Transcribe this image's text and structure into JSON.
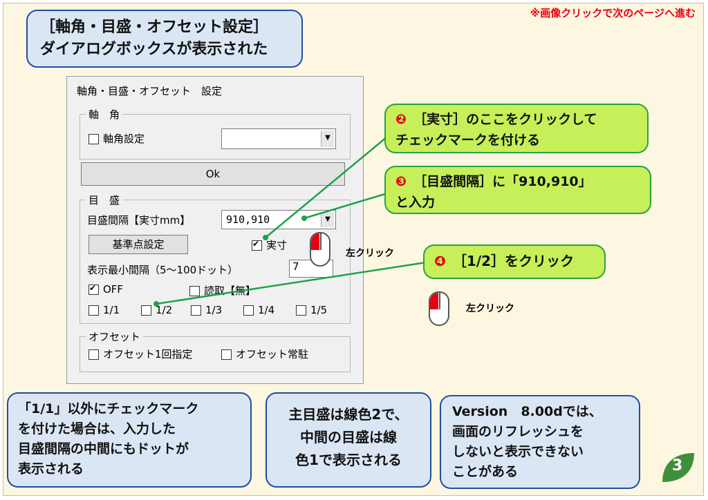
{
  "note": "※画像クリックで次のページへ進む",
  "title_callout": [
    "［軸角・目盛・オフセット設定］",
    "ダイアログボックスが表示された"
  ],
  "step2": {
    "num": "❷",
    "text1": "［実寸］のここをクリックして",
    "text2": "チェックマークを付ける"
  },
  "step3": {
    "num": "❸",
    "text1": "［目盛間隔］に「910,910」",
    "text2": "と入力"
  },
  "step4": {
    "num": "❹",
    "text": "［1/2］をクリック"
  },
  "mouse_label": "左クリック",
  "dialog": {
    "title": "軸角・目盛・オフセット　設定",
    "axis_group": "軸　角",
    "axis_setting": "軸角設定",
    "ok": "Ok",
    "scale_group": "目　盛",
    "scale_interval_label": "目盛間隔【実寸mm】",
    "scale_interval_value": "910,910",
    "base_point_button": "基準点設定",
    "actual_size": "実寸",
    "min_interval_label": "表示最小間隔（5〜100ドット）",
    "min_interval_value": "7",
    "off": "OFF",
    "read_none": "読取【無】",
    "fractions": [
      "1/1",
      "1/2",
      "1/3",
      "1/4",
      "1/5"
    ],
    "offset_group": "オフセット",
    "offset_once": "オフセット1回指定",
    "offset_resident": "オフセット常駐"
  },
  "bottom_notes": {
    "b1": [
      "「1/1」以外にチェックマーク",
      "を付けた場合は、入力した",
      " 目盛間隔の中間にもドットが",
      "表示される"
    ],
    "b2": [
      "主目盛は線色2で、",
      "中間の目盛は線",
      "色1で表示される"
    ],
    "b3": [
      "Version　8.00dでは、",
      "画面のリフレッシュを",
      " しないと表示できない",
      "ことがある"
    ]
  },
  "page_number": "3",
  "colors": {
    "accent_red": "#e60012",
    "callout_green": "#c6ef59",
    "callout_blue": "#dbe6f5",
    "leaf_green": "#3e8f3a"
  }
}
